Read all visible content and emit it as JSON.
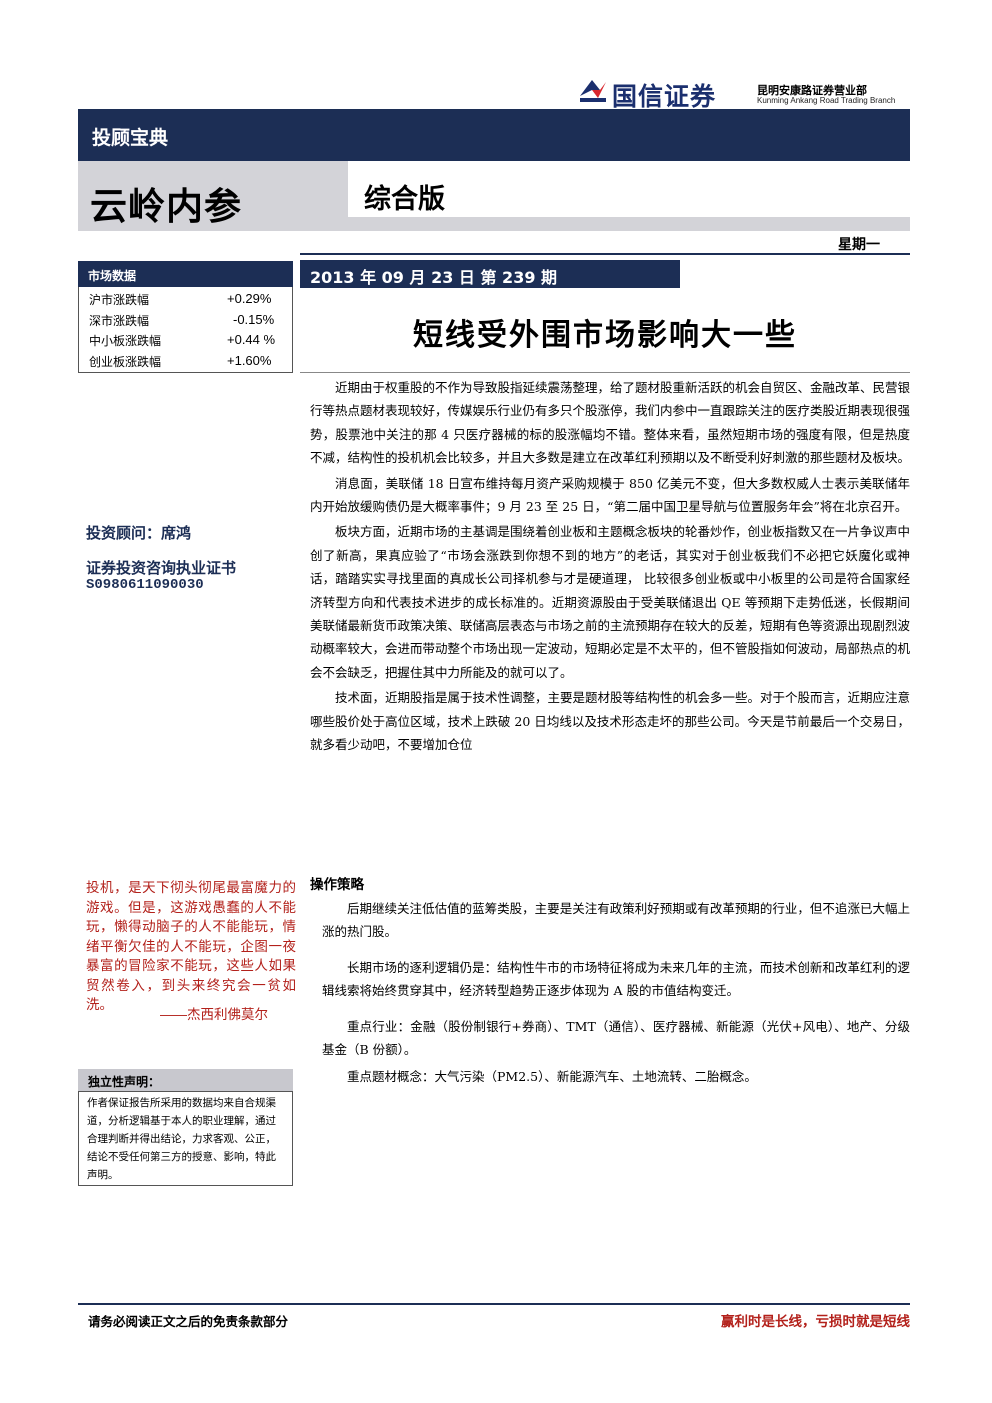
{
  "header": {
    "company_name": "国信证券",
    "branch_cn": "昆明安康路证券营业部",
    "branch_en": "Kunming Ankang Road Trading Branch",
    "band_title": "投顾宝典",
    "publication_name": "云岭内参",
    "edition": "综合版",
    "weekday": "星期一"
  },
  "issue": {
    "date_issue": "2013 年 09 月 23 日   第 239 期"
  },
  "market_data": {
    "title": "市场数据",
    "rows": [
      {
        "label": "沪市涨跌幅",
        "value": "+0.29%"
      },
      {
        "label": "深市涨跌幅",
        "value": "-0.15%"
      },
      {
        "label": "中小板涨跌幅",
        "value": "+0.44 %"
      },
      {
        "label": "创业板涨跌幅",
        "value": "+1.60%"
      }
    ]
  },
  "headline": "短线受外围市场影响大一些",
  "advisor": {
    "label": "投资顾问：席鸿",
    "cert_label": "证券投资咨询执业证书",
    "cert_no": "S0980611090030"
  },
  "quote": {
    "text": "投机，是天下彻头彻尾最富魔力的游戏。但是，这游戏愚蠢的人不能玩，懒得动脑子的人不能能玩，情绪平衡欠佳的人不能玩，企图一夜暴富的冒险家不能玩，这些人如果贸然卷入，到头来终究会一贫如洗。",
    "author": "——杰西利佛莫尔"
  },
  "independence": {
    "title": "独立性声明：",
    "text": "作者保证报告所采用的数据均来自合规渠道，分析逻辑基于本人的职业理解，通过合理判断并得出结论，力求客观、公正，结论不受任何第三方的授意、影响，特此声明。"
  },
  "body": {
    "paragraphs": [
      "近期由于权重股的不作为导致股指延续震荡整理，给了题材股重新活跃的机会自贸区、金融改革、民营银行等热点题材表现较好，传媒娱乐行业仍有多只个股涨停，我们内参中一直跟踪关注的医疗类股近期表现很强势，股票池中关注的那 4 只医疗器械的标的股涨幅均不错。整体来看，虽然短期市场的强度有限，但是热度不减，结构性的投机机会比较多，并且大多数是建立在改革红利预期以及不断受利好刺激的那些题材及板块。",
      "消息面，美联储 18 日宣布维持每月资产采购规模于 850 亿美元不变，但大多数权威人士表示美联储年内开始放缓购债仍是大概率事件；9 月 23 至 25 日，“第二届中国卫星导航与位置服务年会”将在北京召开。",
      "板块方面，近期市场的主基调是围绕着创业板和主题概念板块的轮番炒作，创业板指数又在一片争议声中创了新高，果真应验了“市场会涨跌到你想不到的地方”的老话，其实对于创业板我们不必把它妖魔化或神话，踏踏实实寻找里面的真成长公司择机参与才是硬道理， 比较很多创业板或中小板里的公司是符合国家经济转型方向和代表技术进步的成长标准的。近期资源股由于受美联储退出 QE 等预期下走势低迷，长假期间美联储最新货币政策决策、联储高层表态与市场之前的主流预期存在较大的反差，短期有色等资源出现剧烈波动概率较大，会进而带动整个市场出现一定波动，短期必定是不太平的，但不管股指如何波动，局部热点的机会不会缺乏，把握住其中力所能及的就可以了。",
      "技术面，近期股指是属于技术性调整，主要是题材股等结构性的机会多一些。对于个股而言，近期应注意哪些股价处于高位区域，技术上跌破 20 日均线以及技术形态走坏的那些公司。今天是节前最后一个交易日，就多看少动吧，不要增加仓位"
    ]
  },
  "strategy": {
    "title": "操作策略",
    "paragraphs": [
      "后期继续关注低估值的蓝筹类股，主要是关注有政策利好预期或有改革预期的行业，但不追涨已大幅上涨的热门股。",
      "长期市场的逐利逻辑仍是：结构性牛市的市场特征将成为未来几年的主流，而技术创新和改革红利的逻辑线索将始终贯穿其中，经济转型趋势正逐步体现为 A 股的市值结构变迁。",
      "重点行业：金融（股份制银行+券商）、TMT（通信）、医疗器械、新能源（光伏+风电）、地产、分级基金（B 份额）。",
      "重点题材概念：大气污染（PM2.5）、新能源汽车、土地流转、二胎概念。"
    ]
  },
  "footer": {
    "disclaimer": "请务必阅读正文之后的免责条款部分",
    "slogan": "赢利时是长线，亏损时就是短线"
  },
  "colors": {
    "navy": "#1c2e55",
    "gray_band": "#d3d3d8",
    "red_accent": "#b3211b"
  }
}
